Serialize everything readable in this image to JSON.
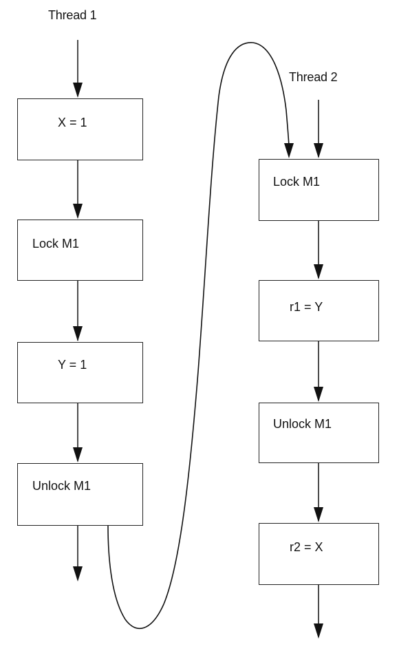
{
  "thread1": {
    "label": "Thread 1",
    "steps": [
      "X = 1",
      "Lock M1",
      "Y = 1",
      "Unlock M1"
    ]
  },
  "thread2": {
    "label": "Thread 2",
    "steps": [
      "Lock M1",
      "r1 = Y",
      "Unlock M1",
      "r2 = X"
    ]
  },
  "colors": {
    "line": "#111111",
    "box_border": "#222222",
    "background": "#ffffff"
  }
}
